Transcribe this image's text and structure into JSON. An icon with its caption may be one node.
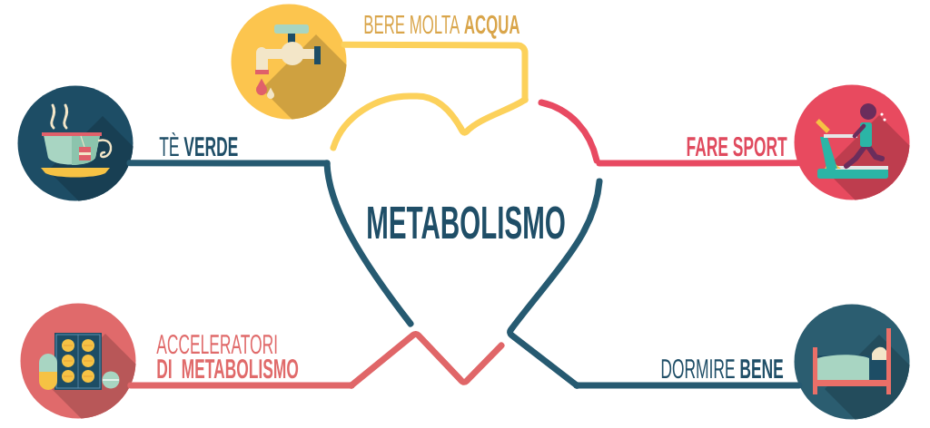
{
  "diagram": {
    "nodes": [
      {
        "text": [],
        "shape": "circle",
        "beside": [
          "BERE MOLTA **ACQUA**"
        ]
      },
      {
        "text": [],
        "shape": "circle",
        "beside": [
          "TÈ **VERDE**"
        ]
      },
      {
        "text": [],
        "shape": "circle",
        "beside": [
          "FARE SPORT"
        ]
      },
      {
        "text": [
          "METABOLISMO"
        ]
      },
      {
        "text": [],
        "shape": "circle",
        "beside": [
          "ACCELERATORI **DI METABOLISMO**"
        ]
      },
      {
        "text": [],
        "shape": "circle",
        "beside": [
          "DORMIRE **BENE**"
        ]
      }
    ],
    "edges": [
      {
        "from": 0,
        "to": 3,
        "arrow": "none",
        "color": "#fcd15b"
      },
      {
        "from": 1,
        "to": 3,
        "arrow": "none"
      },
      {
        "from": 2,
        "to": 3,
        "arrow": "none",
        "color": "#e84a62"
      },
      {
        "from": 4,
        "to": 3,
        "arrow": "none",
        "color": "#e06668"
      },
      {
        "from": 5,
        "to": 3,
        "arrow": "none"
      }
    ]
  }
}
